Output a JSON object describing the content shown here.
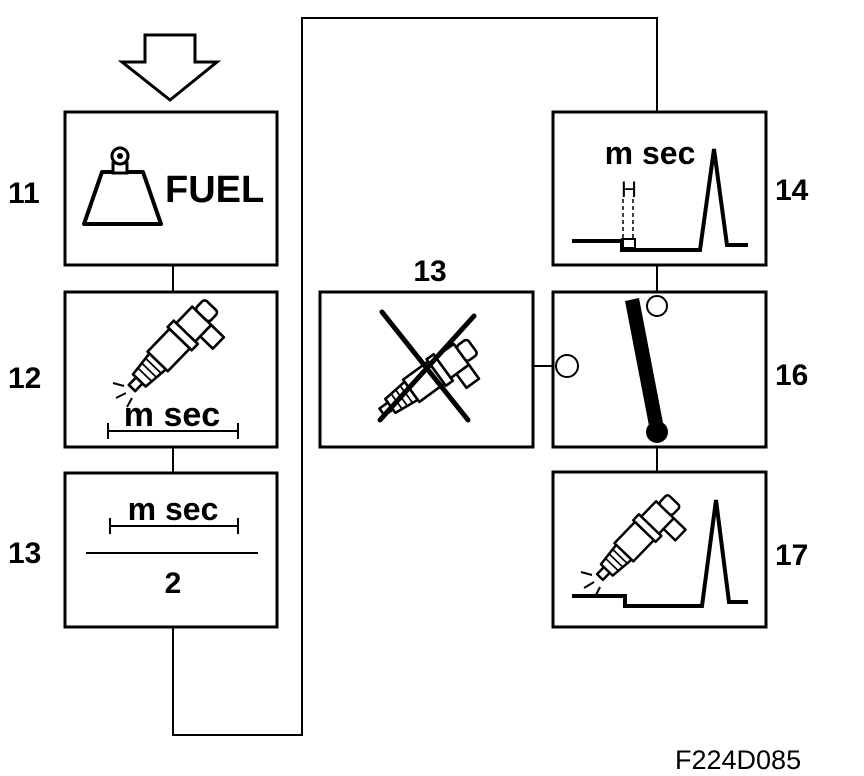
{
  "panels": {
    "p11": {
      "number": "11",
      "text": "FUEL"
    },
    "p12": {
      "number": "12",
      "text": "m sec"
    },
    "p13a": {
      "number": "13",
      "numerator": "m sec",
      "denominator": "2"
    },
    "p13b": {
      "number": "13"
    },
    "p14": {
      "number": "14",
      "text": "m sec",
      "marker": "H"
    },
    "p16": {
      "number": "16"
    },
    "p17": {
      "number": "17"
    }
  },
  "figure_id": "F224D085",
  "icons": {
    "start": "down-arrow-icon",
    "p11": "weight-icon",
    "p12": "fuel-injector-icon",
    "p13b": "crossed-injector-icon",
    "p14": "injection-pulse-icon",
    "p16": "switch-icon",
    "p17": "fuel-injector-icon"
  },
  "colors": {
    "ink": "#000000",
    "paper": "#ffffff"
  }
}
